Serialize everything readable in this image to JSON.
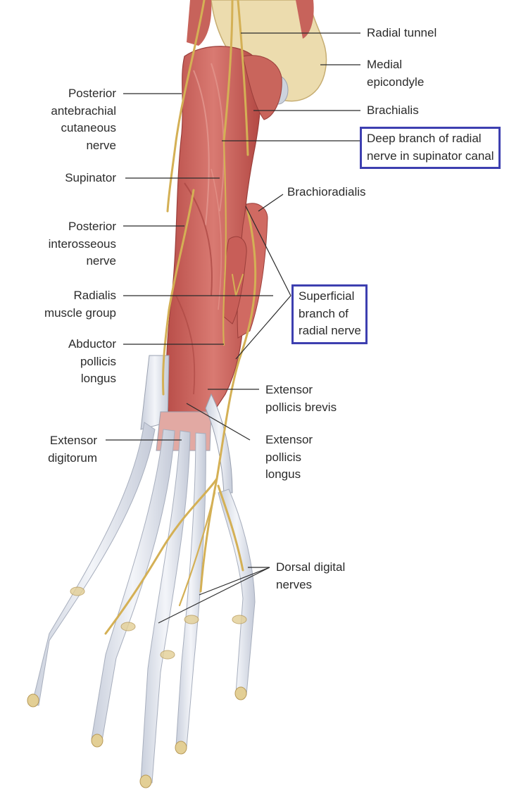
{
  "labels": {
    "radial_tunnel": "Radial tunnel",
    "medial_epicondyle": "Medial\nepicondyle",
    "brachialis": "Brachialis",
    "deep_branch": "Deep branch of radial\nnerve in supinator canal",
    "posterior_antebrachial": "Posterior\nantebrachial\ncutaneous\nnerve",
    "supinator": "Supinator",
    "brachioradialis": "Brachioradialis",
    "posterior_interosseous": "Posterior\ninterosseous\nnerve",
    "radialis_group": "Radialis\nmuscle group",
    "superficial_branch": "Superficial\nbranch of\nradial nerve",
    "abductor_pollicis_longus": "Abductor\npollicis\nlongus",
    "extensor_pollicis_brevis": "Extensor\npollicis brevis",
    "extensor_digitorum": "Extensor\ndigitorum",
    "extensor_pollicis_longus": "Extensor\npollicis\nlongus",
    "dorsal_digital": "Dorsal digital\nnerves"
  },
  "colors": {
    "muscle": "#c9605a",
    "muscle_dark": "#a84440",
    "tendon": "#dfe3ec",
    "bone": "#e8d8a8",
    "nerve": "#d9b75a",
    "box": "#3d3fb0"
  }
}
